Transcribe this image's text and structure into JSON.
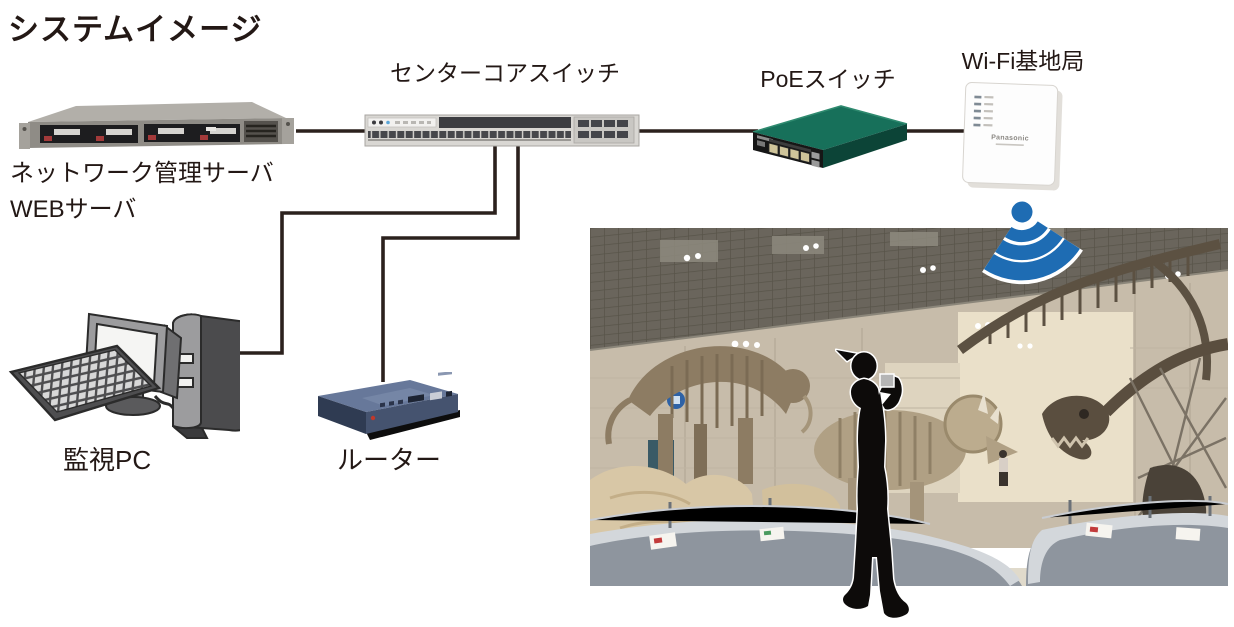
{
  "title": "システムイメージ",
  "colors": {
    "line": "#2b211d",
    "text": "#231815",
    "wifi_blue": "#1e6cb3",
    "poe_green": "#17705a"
  },
  "nodes": {
    "server": {
      "labels": [
        "ネットワーク管理サーバ",
        "WEBサーバ"
      ]
    },
    "core_switch": {
      "label": "センターコアスイッチ"
    },
    "poe_switch": {
      "label": "PoEスイッチ"
    },
    "wifi_ap": {
      "label": "Wi-Fi基地局",
      "brand": "Panasonic"
    },
    "monitor_pc": {
      "label": "監視PC"
    },
    "router": {
      "label": "ルーター"
    }
  },
  "connections": [
    {
      "from": "server",
      "to": "core_switch"
    },
    {
      "from": "core_switch",
      "to": "poe_switch"
    },
    {
      "from": "poe_switch",
      "to": "wifi_ap"
    },
    {
      "from": "core_switch",
      "to": "monitor_pc"
    },
    {
      "from": "core_switch",
      "to": "router"
    }
  ]
}
